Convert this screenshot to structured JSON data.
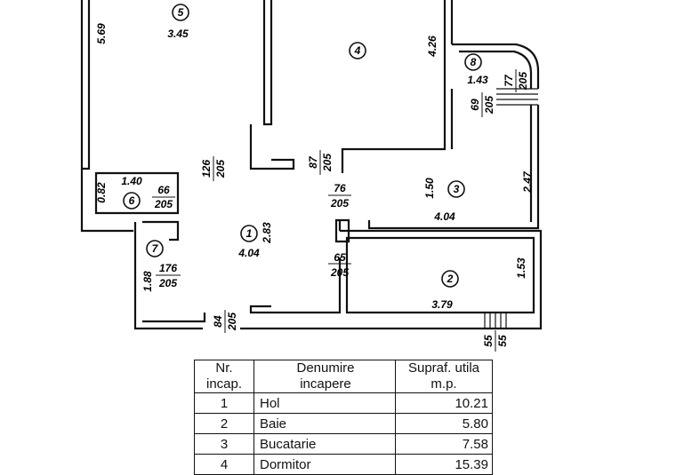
{
  "rooms": [
    {
      "id": "5",
      "label": "5",
      "w": "3.45",
      "h": "5.69"
    },
    {
      "id": "4",
      "label": "4",
      "h": "4.26"
    },
    {
      "id": "8",
      "label": "8",
      "w": "1.43"
    },
    {
      "id": "6",
      "label": "6",
      "w": "1.40",
      "h": "0.82"
    },
    {
      "id": "3",
      "label": "3",
      "w": "4.04",
      "h": "1.50",
      "side": "2.47"
    },
    {
      "id": "1",
      "label": "1",
      "w": "4.04",
      "h": "2.83"
    },
    {
      "id": "7",
      "label": "7",
      "h": "1.88"
    },
    {
      "id": "2",
      "label": "2",
      "w": "3.79",
      "h": "1.53"
    }
  ],
  "doors": [
    {
      "id": "d126",
      "top": "126",
      "bottom": "205"
    },
    {
      "id": "d87",
      "top": "87",
      "bottom": "205"
    },
    {
      "id": "d66",
      "top": "66",
      "bottom": "205"
    },
    {
      "id": "d76",
      "top": "76",
      "bottom": "205"
    },
    {
      "id": "d65",
      "top": "65",
      "bottom": "205"
    },
    {
      "id": "d176",
      "top": "176",
      "bottom": "205"
    },
    {
      "id": "d84",
      "top": "84",
      "bottom": "205"
    },
    {
      "id": "d69",
      "top": "69",
      "bottom": "205"
    },
    {
      "id": "d77",
      "top": "77",
      "bottom": "205"
    }
  ],
  "windows": [
    {
      "id": "w55",
      "left": "55",
      "right": "55"
    }
  ],
  "legend": {
    "headers": {
      "nr": [
        "Nr.",
        "incap."
      ],
      "name": [
        "Denumire",
        "incapere"
      ],
      "area": [
        "Supraf. utila",
        "m.p."
      ]
    },
    "rows": [
      {
        "nr": "1",
        "name": "Hol",
        "area": "10.21"
      },
      {
        "nr": "2",
        "name": "Baie",
        "area": "5.80"
      },
      {
        "nr": "3",
        "name": "Bucatarie",
        "area": "7.58"
      },
      {
        "nr": "4",
        "name": "Dormitor",
        "area": "15.39"
      }
    ]
  }
}
